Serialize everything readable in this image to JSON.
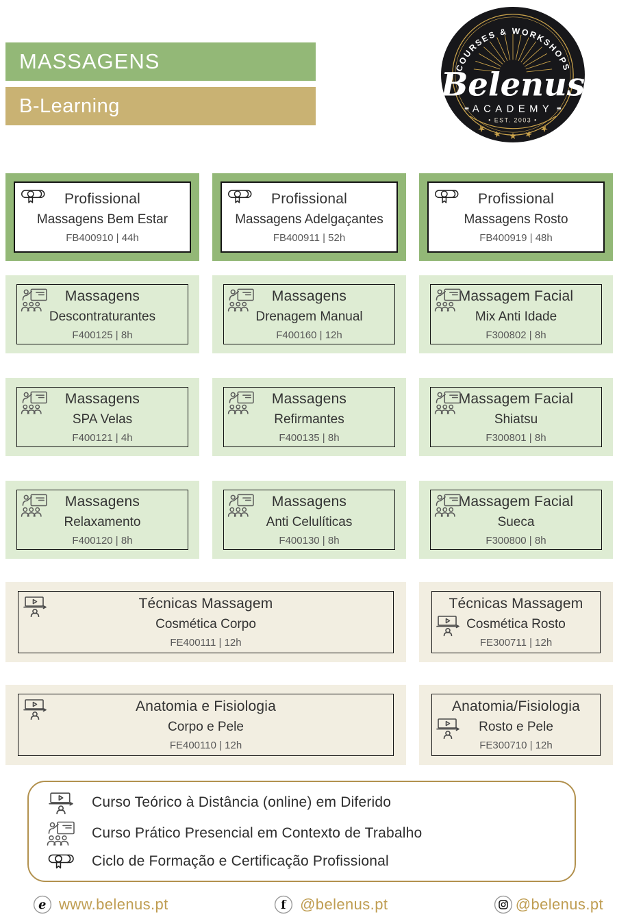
{
  "header": {
    "category_banner": "MASSAGENS",
    "mode_banner": "B-Learning",
    "logo": {
      "top_arc": "COURSES & WORKSHOPS",
      "brand": "Belenus",
      "subtitle": "ACADEMY",
      "est": "• EST. 2003 •"
    }
  },
  "colors": {
    "banner_green": "#93b877",
    "banner_tan": "#c9b273",
    "card_light_green": "#deecd3",
    "card_cream": "#f2eee1",
    "legend_border_gold": "#b2914e",
    "footer_gold": "#bf9d52"
  },
  "cards": [
    {
      "title": "Profissional",
      "subtitle": "Massagens Bem Estar",
      "code": "FB400910 | 44h"
    },
    {
      "title": "Profissional",
      "subtitle": "Massagens Adelgaçantes",
      "code": "FB400911 | 52h"
    },
    {
      "title": "Profissional",
      "subtitle": "Massagens Rosto",
      "code": "FB400919 | 48h"
    },
    {
      "title": "Massagens",
      "subtitle": "Descontraturantes",
      "code": "F400125 | 8h"
    },
    {
      "title": "Massagens",
      "subtitle": "Drenagem Manual",
      "code": "F400160 | 12h"
    },
    {
      "title": "Massagem Facial",
      "subtitle": "Mix Anti Idade",
      "code": "F300802 | 8h"
    },
    {
      "title": "Massagens",
      "subtitle": "SPA Velas",
      "code": "F400121 | 4h"
    },
    {
      "title": "Massagens",
      "subtitle": "Refirmantes",
      "code": "F400135 | 8h"
    },
    {
      "title": "Massagem Facial",
      "subtitle": "Shiatsu",
      "code": "F300801 | 8h"
    },
    {
      "title": "Massagens",
      "subtitle": "Relaxamento",
      "code": "F400120 | 8h"
    },
    {
      "title": "Massagens",
      "subtitle": "Anti Celulíticas",
      "code": "F400130 | 8h"
    },
    {
      "title": "Massagem Facial",
      "subtitle": "Sueca",
      "code": "F300800 | 8h"
    },
    {
      "title": "Técnicas Massagem",
      "subtitle": "Cosmética Corpo",
      "code": "FE400111 | 12h"
    },
    {
      "title": "Técnicas Massagem",
      "subtitle": "Cosmética Rosto",
      "code": "FE300711 | 12h"
    },
    {
      "title": "Anatomia e Fisiologia",
      "subtitle": "Corpo e Pele",
      "code": "FE400110 | 12h"
    },
    {
      "title": "Anatomia/Fisiologia",
      "subtitle": "Rosto e Pele",
      "code": "FE300710 | 12h"
    }
  ],
  "legend": {
    "items": [
      {
        "icon": "online-course-icon",
        "label": "Curso Teórico à Distância (online) em Diferido"
      },
      {
        "icon": "practical-course-icon",
        "label": "Curso Prático Presencial em Contexto de Trabalho"
      },
      {
        "icon": "certificate-icon",
        "label": "Ciclo de Formação e Certificação Profissional"
      }
    ]
  },
  "footer": {
    "website": "www.belenus.pt",
    "facebook": "@belenus.pt",
    "instagram": "@belenus.pt"
  }
}
